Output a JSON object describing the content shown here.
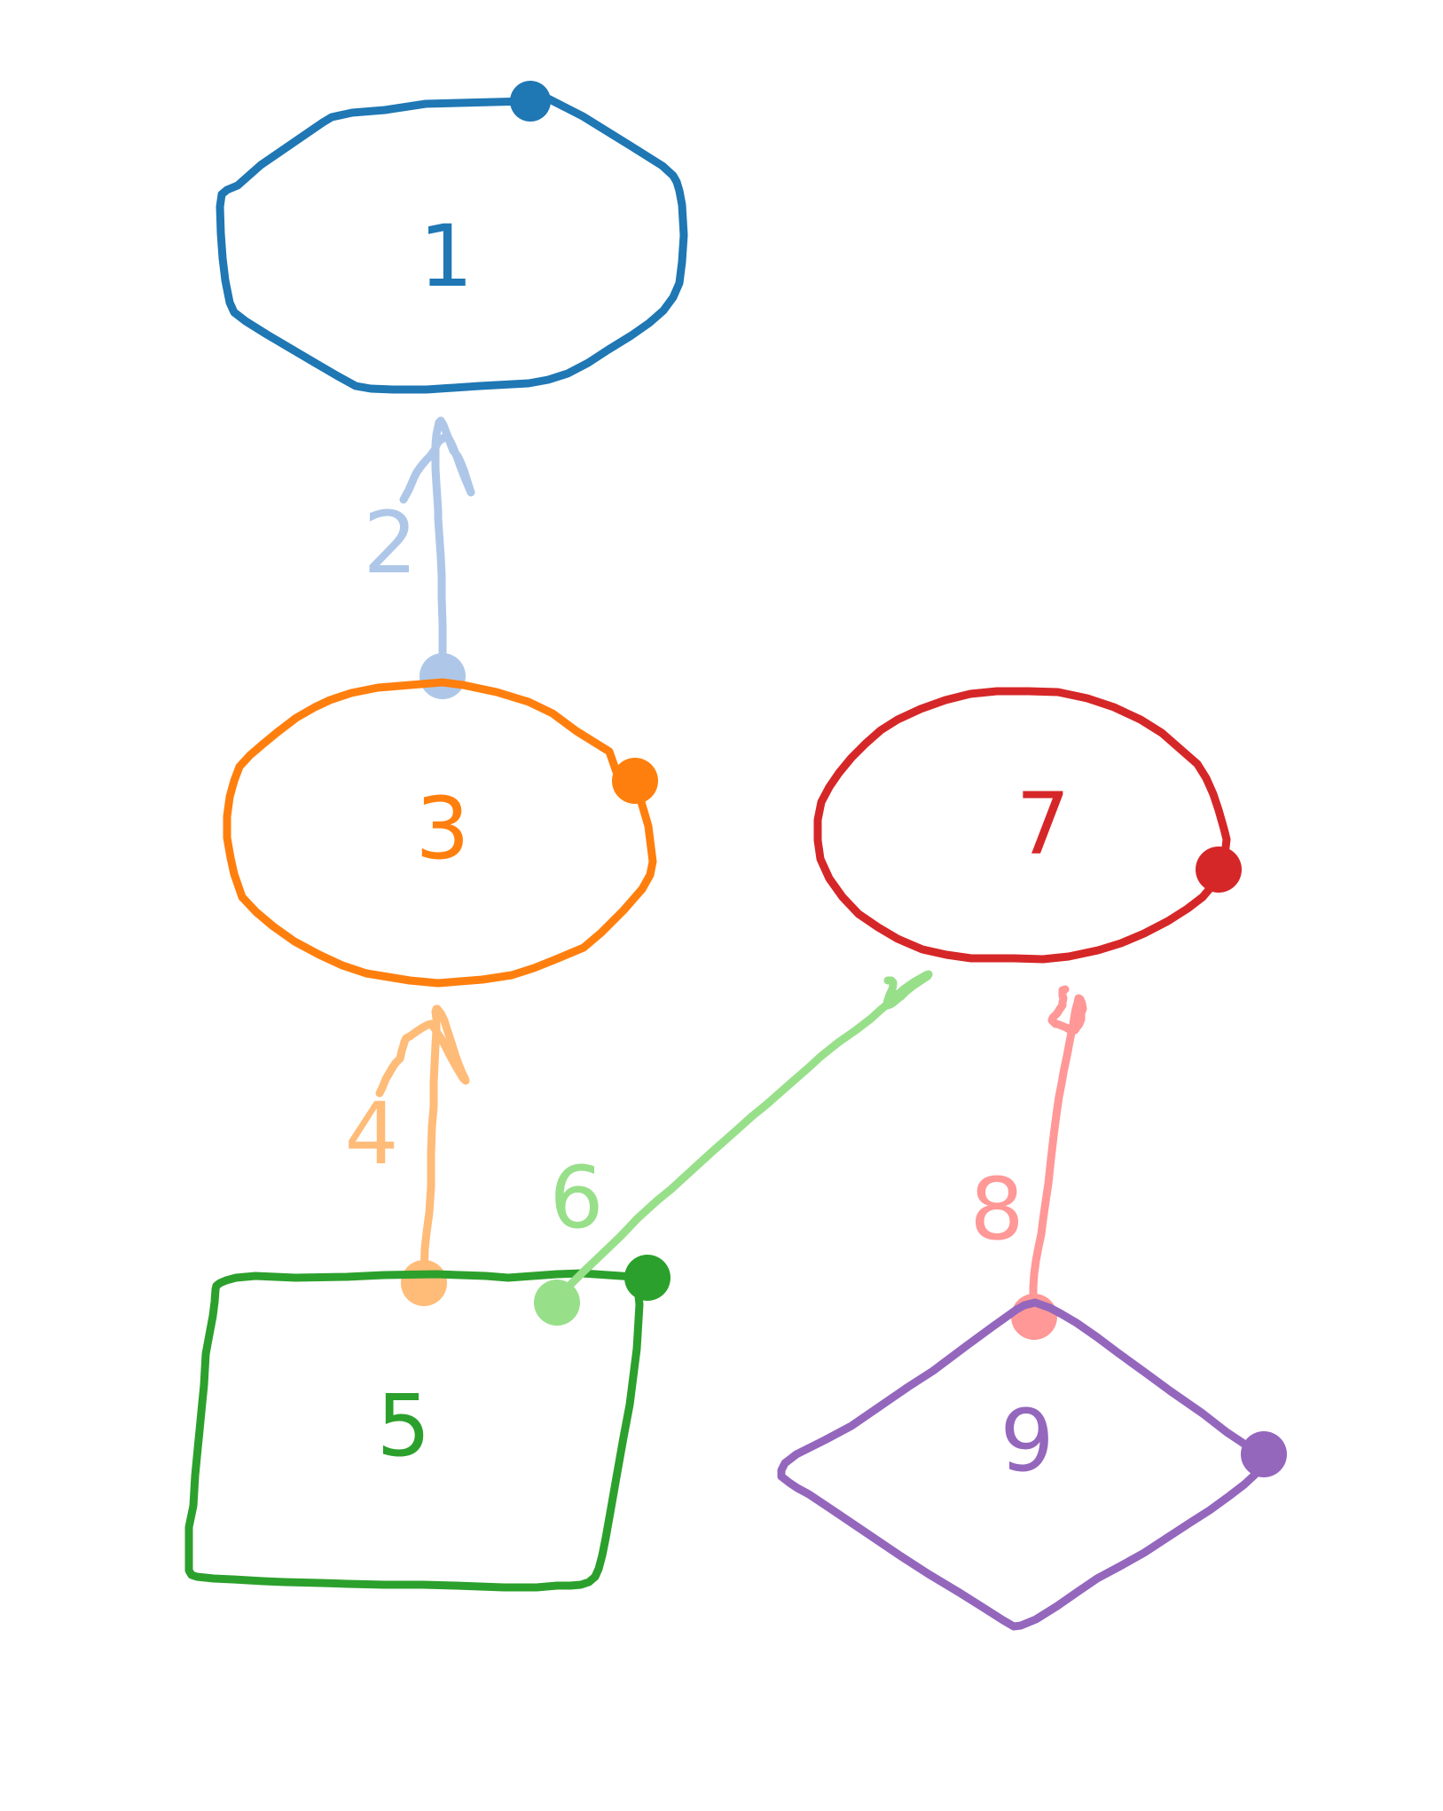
{
  "diagram": {
    "nodes": [
      {
        "id": "1",
        "label": "1",
        "shape": "ellipse",
        "color": "#1f77b4"
      },
      {
        "id": "3",
        "label": "3",
        "shape": "ellipse",
        "color": "#ff7f0e"
      },
      {
        "id": "5",
        "label": "5",
        "shape": "rectangle",
        "color": "#2ca02c"
      },
      {
        "id": "7",
        "label": "7",
        "shape": "ellipse",
        "color": "#d62728"
      },
      {
        "id": "9",
        "label": "9",
        "shape": "diamond",
        "color": "#9467bd"
      }
    ],
    "edges": [
      {
        "id": "2",
        "label": "2",
        "from": "3",
        "to": "1",
        "color": "#aec7e8"
      },
      {
        "id": "4",
        "label": "4",
        "from": "5",
        "to": "3",
        "color": "#ffbb78"
      },
      {
        "id": "6",
        "label": "6",
        "from": "5",
        "to": "7",
        "color": "#98df8a"
      },
      {
        "id": "8",
        "label": "8",
        "from": "9",
        "to": "7",
        "color": "#ff9896"
      }
    ]
  }
}
